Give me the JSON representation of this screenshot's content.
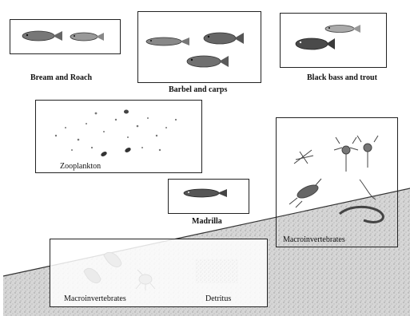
{
  "labels": {
    "bream_roach": "Bream and Roach",
    "barbel_carps": "Barbel and carps",
    "black_bass_trout": "Black bass and trout",
    "zooplankton": "Zooplankton",
    "madrilla": "Madrilla",
    "macro_upper": "Macroinvertebrates",
    "macro_lower": "Macroinvertebrates",
    "detritus": "Detritus"
  },
  "colors": {
    "outline": "#222222",
    "sediment": "#d9d9d9",
    "organism": "#555555"
  }
}
